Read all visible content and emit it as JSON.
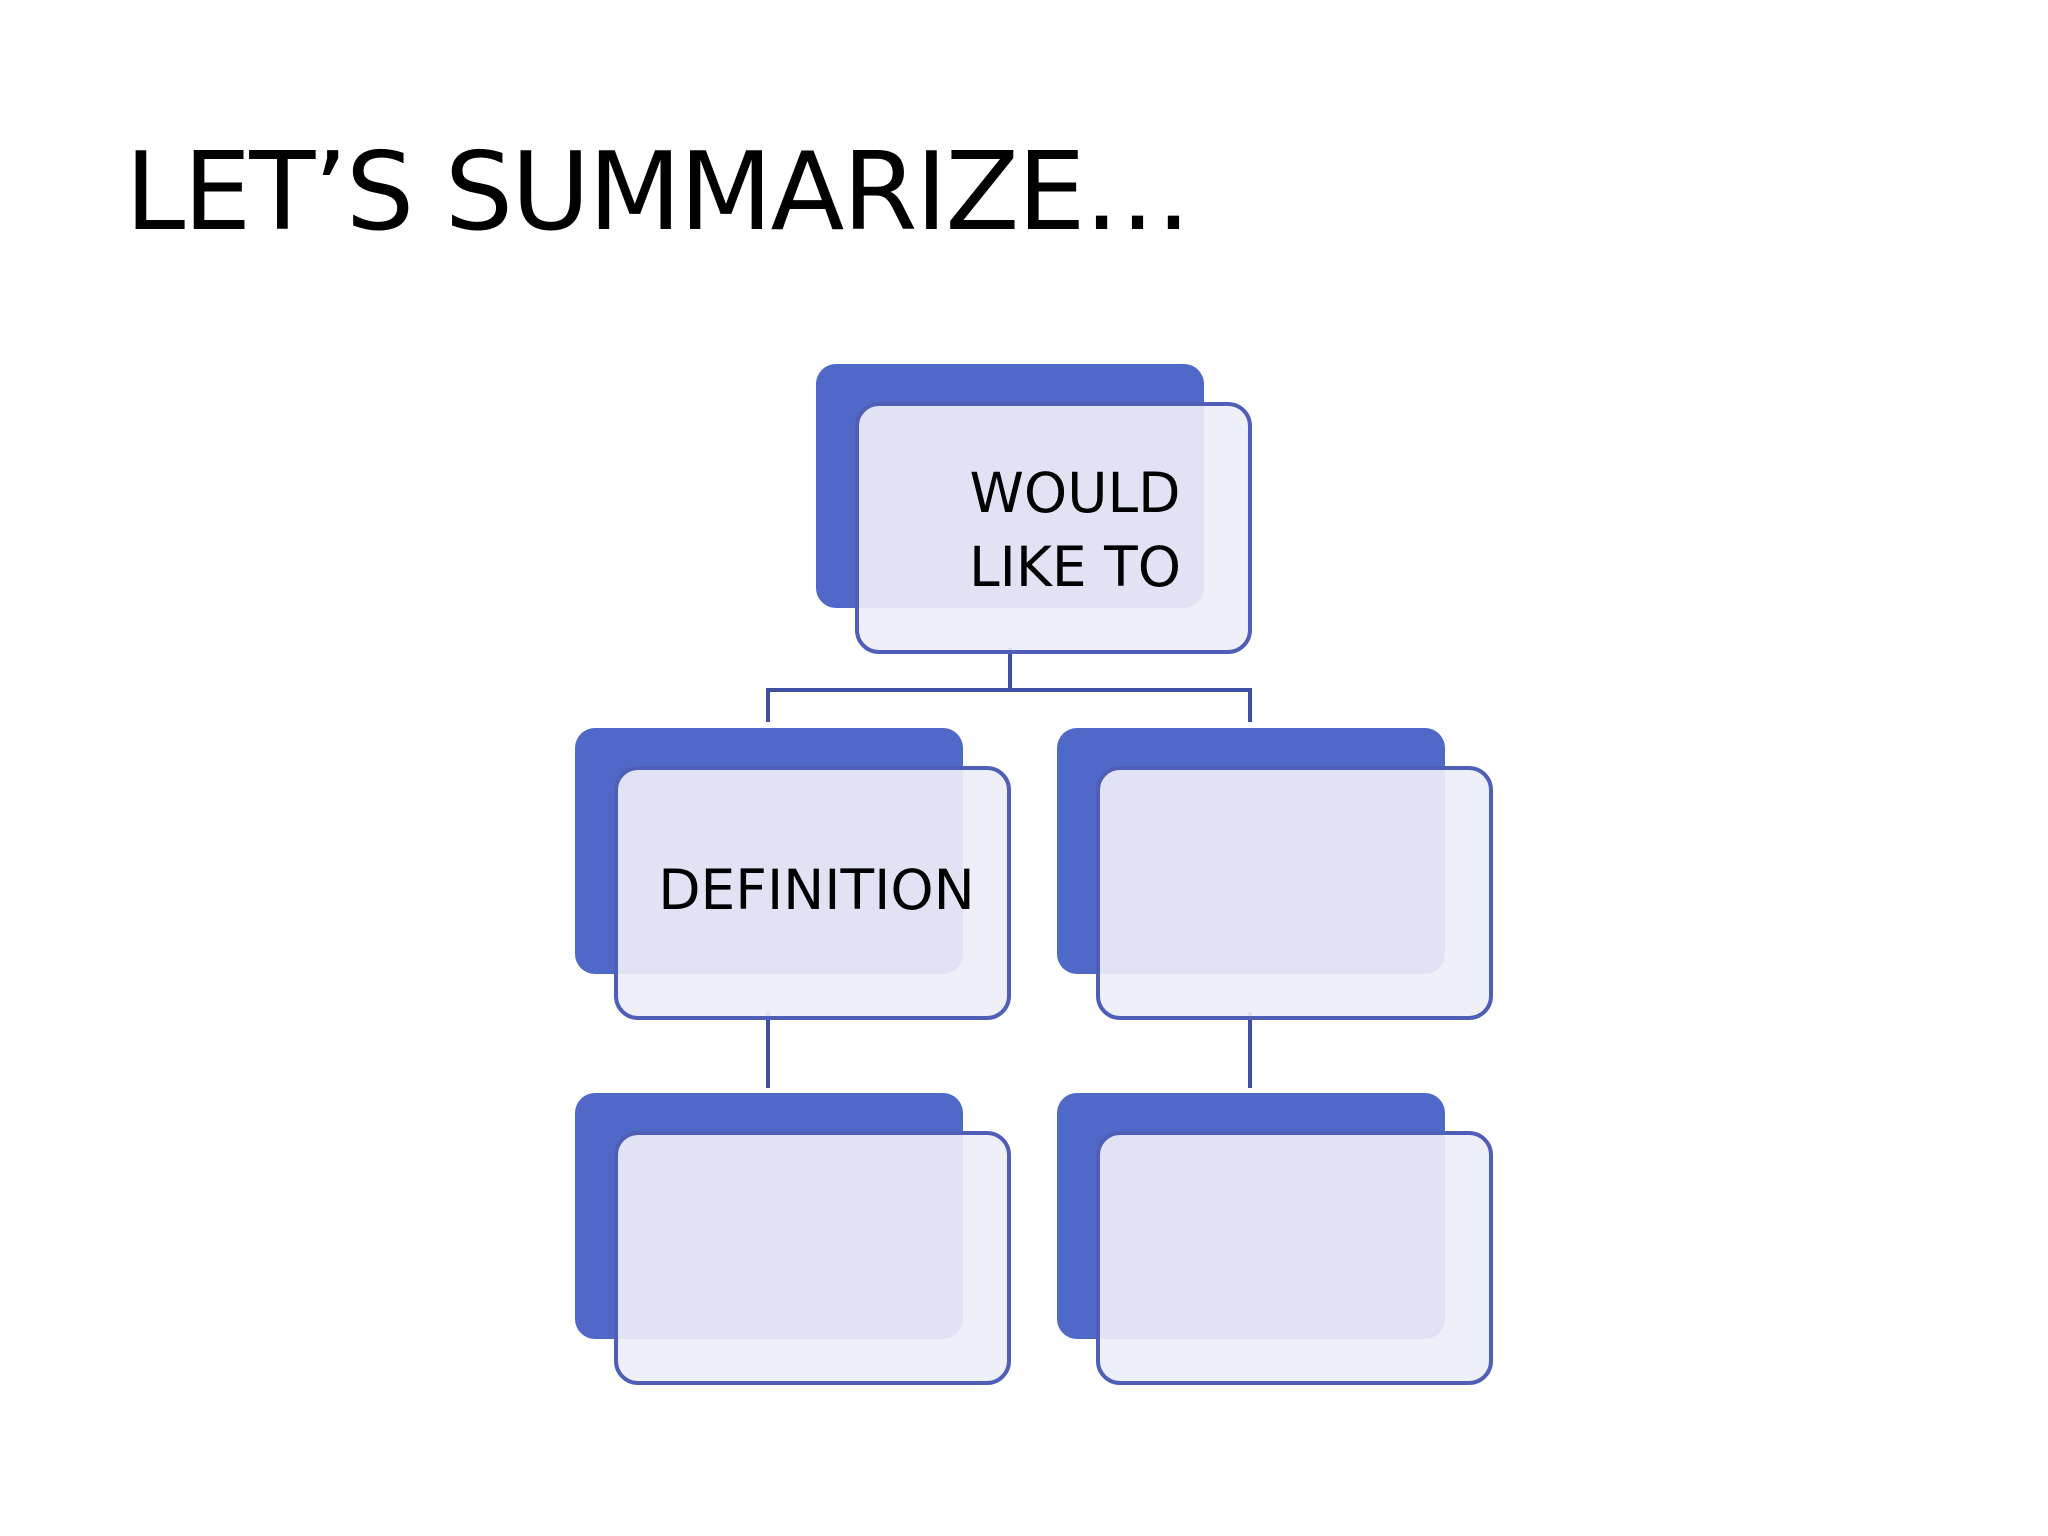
{
  "slide": {
    "title": "LET’S SUMMARIZE…"
  },
  "diagram": {
    "colors": {
      "back_card": "#5068C8",
      "front_fill": "#EEEEF9",
      "front_border": "#4F5FB8",
      "connector": "#3F4FA3"
    },
    "nodes": [
      {
        "id": "root",
        "label": "WOULD\nLIKE TO"
      },
      {
        "id": "left",
        "label": "DEFINITION"
      },
      {
        "id": "right",
        "label": ""
      },
      {
        "id": "left-child",
        "label": ""
      },
      {
        "id": "right-child",
        "label": ""
      }
    ]
  }
}
